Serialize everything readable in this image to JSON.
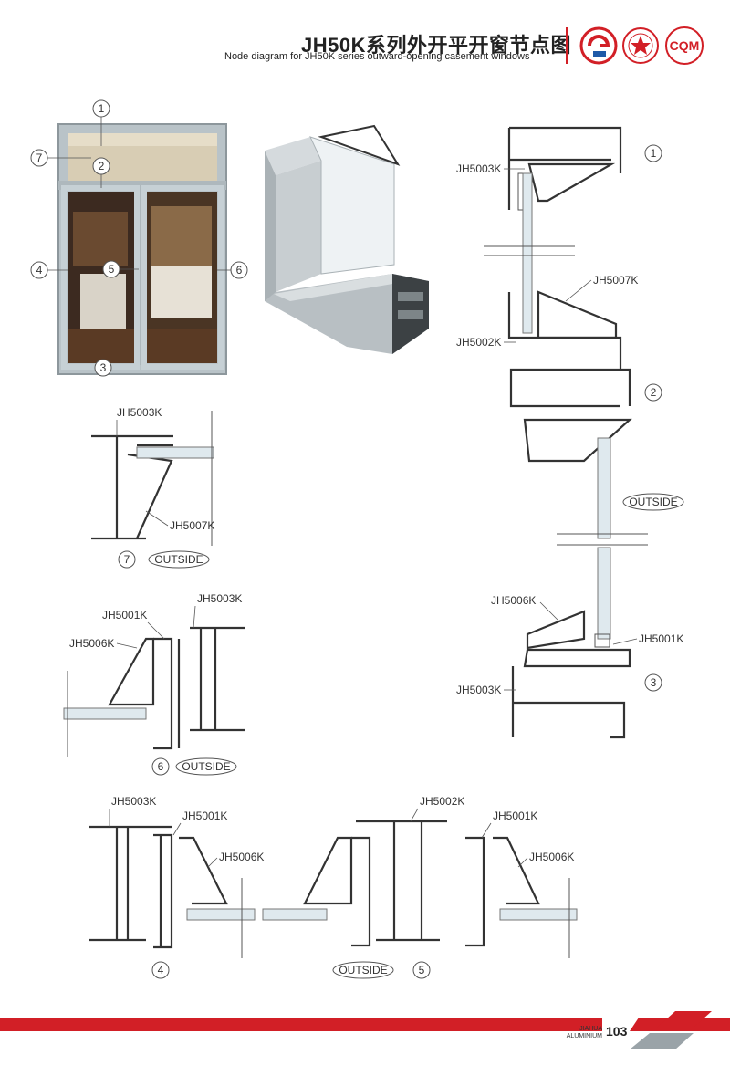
{
  "header": {
    "title_zh": "JH50K系列外开平开窗节点图",
    "title_en": "Node diagram for JH50K series outward-opening casement windows",
    "logo_text": "CQM"
  },
  "colors": {
    "accent": "#d21f26",
    "profile": "#333333",
    "glass": "#dfe9ee",
    "aluminium": "#c9cfd3"
  },
  "window_callouts": [
    "1",
    "7",
    "2",
    "4",
    "5",
    "6",
    "3"
  ],
  "detail_1": {
    "marker": "1",
    "labels": [
      "JH5003K"
    ]
  },
  "detail_2": {
    "marker": "2",
    "labels": [
      "JH5007K",
      "JH5002K"
    ],
    "outside": "OUTSIDE"
  },
  "detail_3": {
    "marker": "3",
    "labels": [
      "JH5006K",
      "JH5001K",
      "JH5003K"
    ]
  },
  "detail_7": {
    "marker": "7",
    "labels": [
      "JH5003K",
      "JH5007K"
    ],
    "outside": "OUTSIDE"
  },
  "detail_6": {
    "marker": "6",
    "labels": [
      "JH5001K",
      "JH5003K",
      "JH5006K"
    ],
    "outside": "OUTSIDE"
  },
  "detail_4": {
    "marker": "4",
    "labels": [
      "JH5003K",
      "JH5001K",
      "JH5006K"
    ]
  },
  "detail_5": {
    "marker": "5",
    "labels": [
      "JH5002K",
      "JH5001K",
      "JH5006K"
    ],
    "outside": "OUTSIDE"
  },
  "footer": {
    "brand_line1": "JIAHUA",
    "brand_line2": "ALUMINIUM",
    "page": "103"
  }
}
